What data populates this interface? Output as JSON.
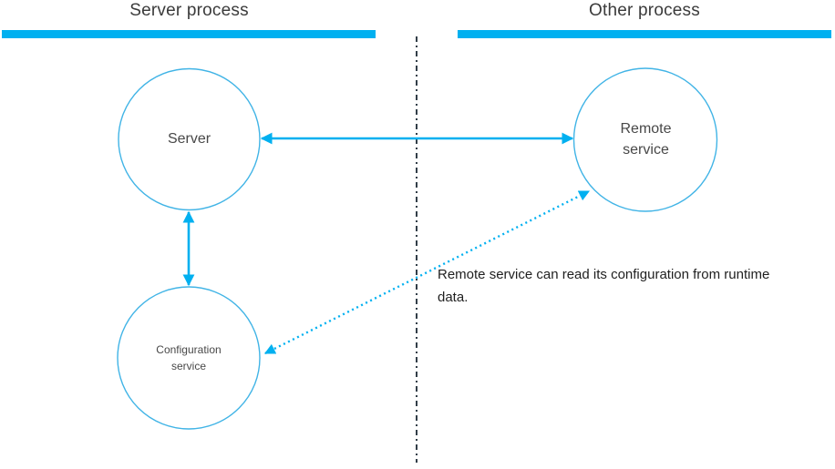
{
  "colors": {
    "accent": "#00b0f0",
    "circle_stroke": "#41b4e6",
    "divider": "#323e48",
    "title_text": "#3b3b3b",
    "label_text": "#484848",
    "annotation_text": "#1f1f1f"
  },
  "headers": {
    "left": {
      "label": "Server process"
    },
    "right": {
      "label": "Other process"
    }
  },
  "nodes": {
    "server": {
      "label": "Server"
    },
    "remote_service": {
      "label": "Remote service"
    },
    "configuration_service": {
      "label": "Configuration service"
    }
  },
  "annotation": {
    "text": "Remote service can read its configuration from runtime data."
  },
  "connectors": [
    {
      "from": "server",
      "to": "remote_service",
      "style": "solid",
      "bidirectional": true
    },
    {
      "from": "server",
      "to": "configuration_service",
      "style": "solid",
      "bidirectional": true
    },
    {
      "from": "configuration_service",
      "to": "remote_service",
      "style": "dotted",
      "bidirectional": true
    }
  ]
}
